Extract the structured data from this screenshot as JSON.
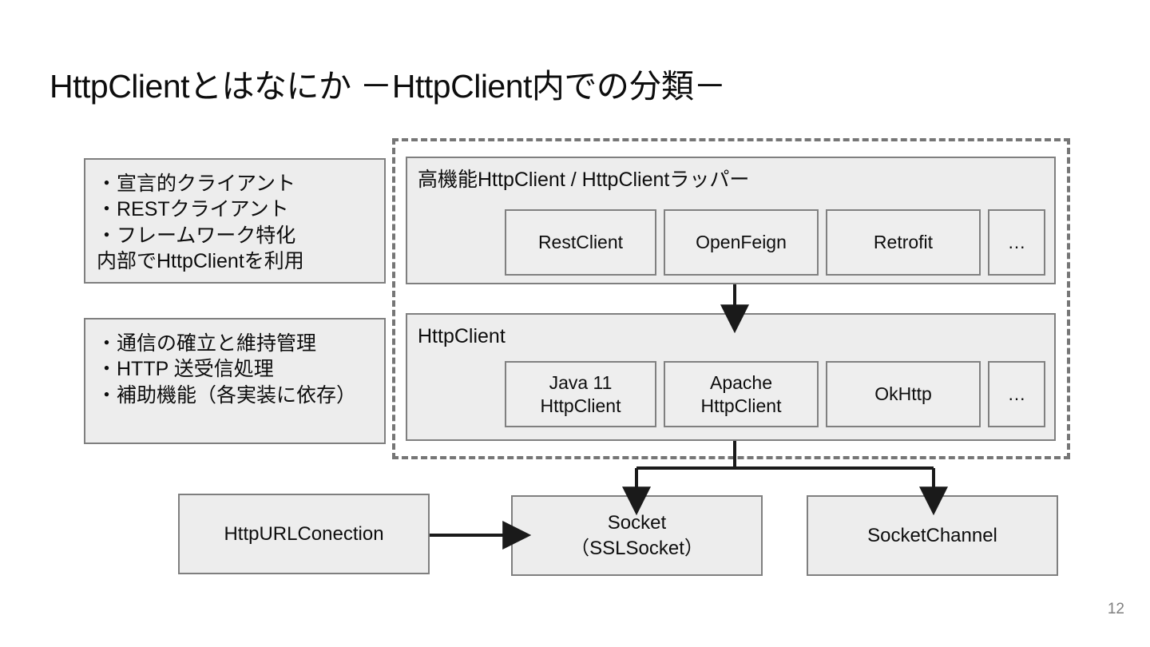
{
  "slide": {
    "title": "HttpClientとはなにか －HttpClient内での分類－",
    "page_number": "12",
    "background_color": "#ffffff",
    "box_fill_color": "#ededed",
    "box_border_color": "#7f7f7f",
    "dashed_border_color": "#767676",
    "arrow_color": "#1a1a1a",
    "page_number_color": "#7f7f7f"
  },
  "left_notes": [
    {
      "name": "wrapper-notes",
      "lines": [
        "・宣言的クライアント",
        "・RESTクライアント",
        "・フレームワーク特化",
        "内部でHttpClientを利用"
      ]
    },
    {
      "name": "httpclient-notes",
      "lines": [
        "・通信の確立と維持管理",
        "・HTTP 送受信処理",
        "・補助機能（各実装に依存）"
      ]
    }
  ],
  "groups": [
    {
      "name": "high-function-httpclient",
      "label": "高機能HttpClient / HttpClientラッパー",
      "items": [
        {
          "label": "RestClient"
        },
        {
          "label": "OpenFeign"
        },
        {
          "label": "Retrofit"
        },
        {
          "label": "…"
        }
      ]
    },
    {
      "name": "httpclient",
      "label": "HttpClient",
      "items": [
        {
          "label": "Java 11\nHttpClient"
        },
        {
          "label": "Apache\nHttpClient"
        },
        {
          "label": "OkHttp"
        },
        {
          "label": "…"
        }
      ]
    }
  ],
  "bottom_boxes": [
    {
      "name": "httpurlconection-box",
      "label": "HttpURLConection"
    },
    {
      "name": "socket-box",
      "label": "Socket\n（SSLSocket）"
    },
    {
      "name": "socketchannel-box",
      "label": "SocketChannel"
    }
  ],
  "arrows": [
    {
      "name": "wrapper-to-httpclient-arrow",
      "from": "high-function-httpclient",
      "to": "httpclient"
    },
    {
      "name": "httpclient-to-socket-arrow",
      "from": "httpclient",
      "to": "socket-box"
    },
    {
      "name": "httpclient-to-socketchannel-arrow",
      "from": "httpclient",
      "to": "socketchannel-box"
    },
    {
      "name": "httpurlconection-to-socket-arrow",
      "from": "httpurlconection-box",
      "to": "socket-box"
    }
  ]
}
